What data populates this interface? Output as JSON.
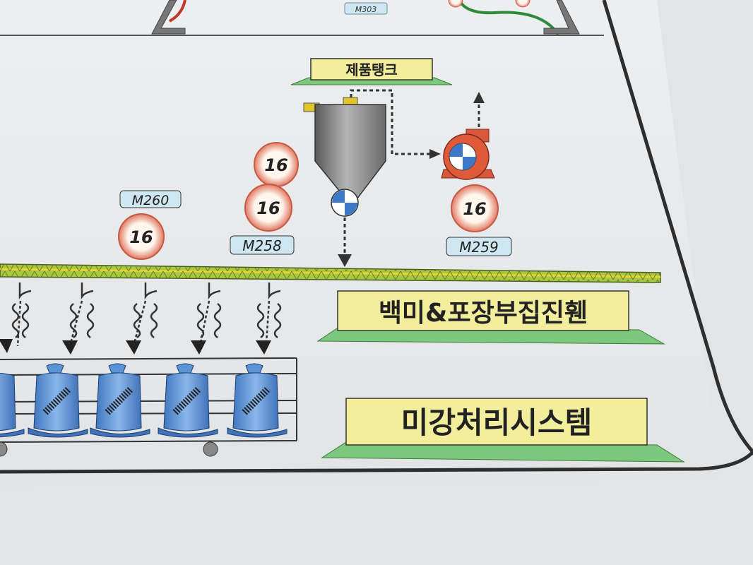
{
  "top_label": "M303",
  "product_tank": {
    "title": "제품탱크"
  },
  "motor_badges": [
    {
      "id": "M260",
      "value": "16"
    },
    {
      "id": "M258",
      "values": [
        "16",
        "16"
      ]
    },
    {
      "id": "M259",
      "value": "16"
    }
  ],
  "conveyor_title": "백미&포장부집진휀",
  "system_title": "미강처리시스템",
  "colors": {
    "panel_label_fill": "#f2ee9c",
    "panel_base_fill": "#7cc87c",
    "badge_ring": "#d9705a",
    "tag_fill": "#cfe7f0",
    "conveyor_green": "#a6c83c",
    "bag_blue": "#5b93d6",
    "pump_red": "#e05a3a",
    "tank_gray": "#8a8a8a",
    "border_dark": "#2e2e2e"
  },
  "icons": [
    "tank-icon",
    "pump-icon",
    "fan-icon",
    "arrow-icon",
    "bag-icon"
  ]
}
